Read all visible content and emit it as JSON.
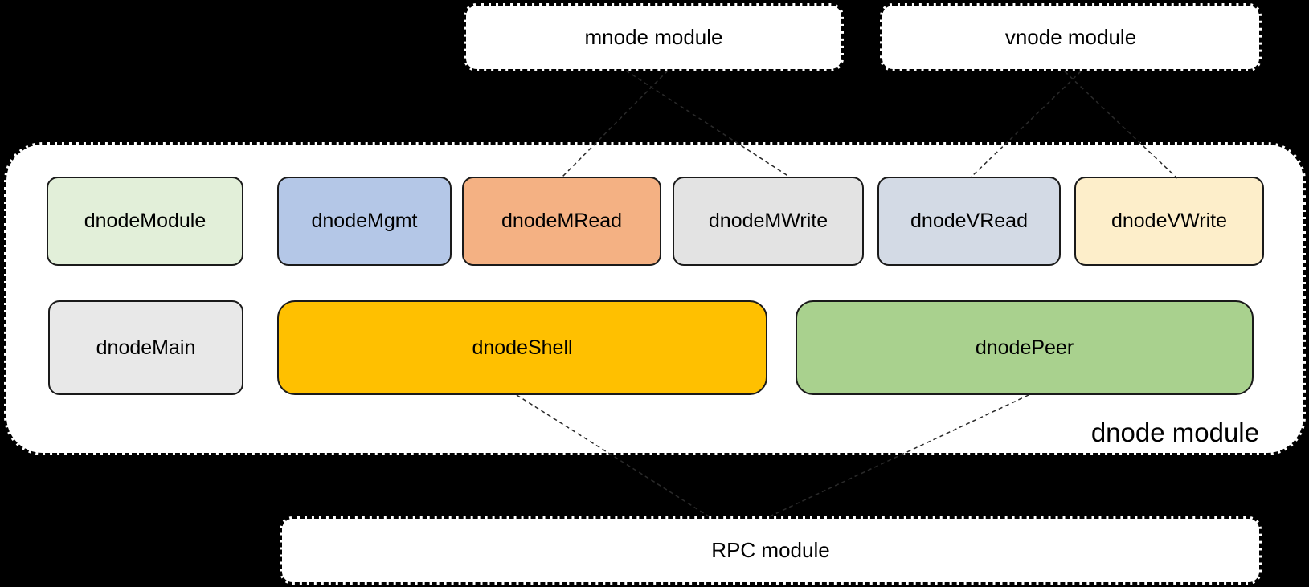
{
  "diagram": {
    "top_modules": [
      {
        "id": "mnode",
        "label": "mnode module"
      },
      {
        "id": "vnode",
        "label": "vnode module"
      }
    ],
    "container": {
      "label": "dnode module"
    },
    "bottom_module": {
      "id": "rpc",
      "label": "RPC module"
    },
    "boxes": [
      {
        "id": "dnodeModule",
        "label": "dnodeModule",
        "color": "#e2efd9"
      },
      {
        "id": "dnodeMgmt",
        "label": "dnodeMgmt",
        "color": "#b4c7e7"
      },
      {
        "id": "dnodeMRead",
        "label": "dnodeMRead",
        "color": "#f4b183"
      },
      {
        "id": "dnodeMWrite",
        "label": "dnodeMWrite",
        "color": "#e3e3e3"
      },
      {
        "id": "dnodeVRead",
        "label": "dnodeVRead",
        "color": "#d3dae5"
      },
      {
        "id": "dnodeVWrite",
        "label": "dnodeVWrite",
        "color": "#fdeeca"
      },
      {
        "id": "dnodeMain",
        "label": "dnodeMain",
        "color": "#e8e8e8"
      },
      {
        "id": "dnodeShell",
        "label": "dnodeShell",
        "color": "#ffc000"
      },
      {
        "id": "dnodePeer",
        "label": "dnodePeer",
        "color": "#a9d18e"
      }
    ],
    "connections": [
      {
        "from": "mnode module",
        "to": "dnodeMRead"
      },
      {
        "from": "mnode module",
        "to": "dnodeMWrite"
      },
      {
        "from": "vnode module",
        "to": "dnodeVRead"
      },
      {
        "from": "vnode module",
        "to": "dnodeVWrite"
      },
      {
        "from": "dnodeShell",
        "to": "RPC module"
      },
      {
        "from": "dnodePeer",
        "to": "RPC module"
      }
    ]
  }
}
